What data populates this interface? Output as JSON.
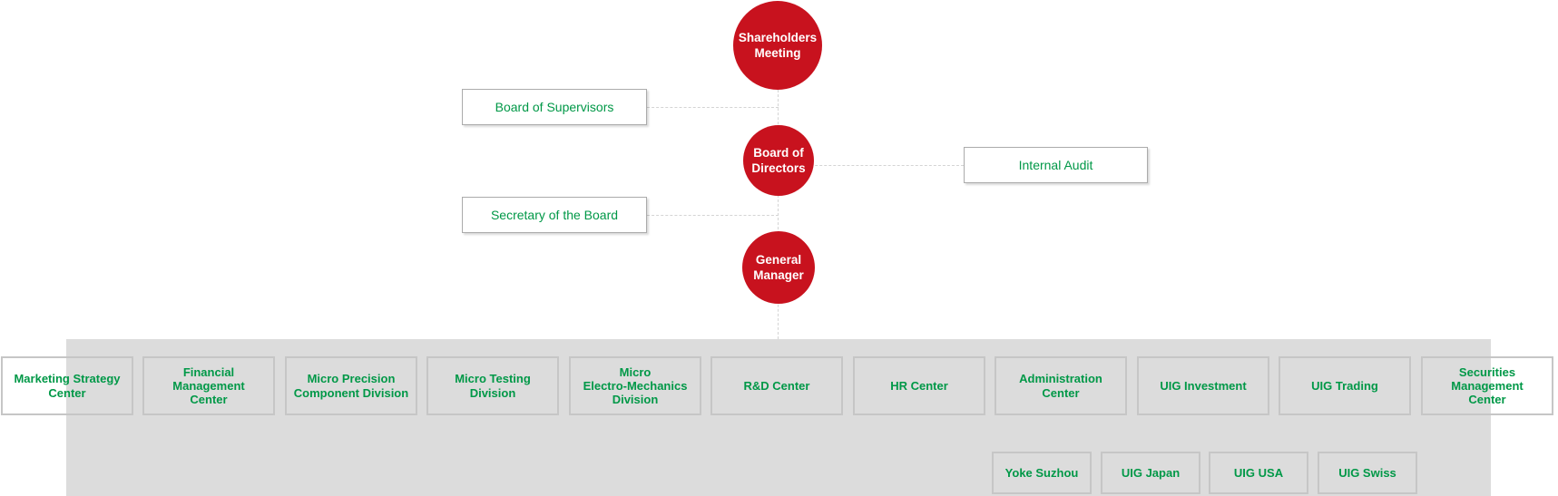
{
  "colors": {
    "node_red": "#c8121e",
    "text_green": "#009847",
    "band_gray": "#dcdcdc",
    "band_box_border": "#c6c6c6",
    "side_box_border": "#ababab",
    "connector_gray": "#d4d4d4"
  },
  "hierarchy": {
    "top_nodes": [
      {
        "label": "Shareholders\nMeeting"
      },
      {
        "label": "Board of\nDirectors"
      },
      {
        "label": "General\nManager"
      }
    ],
    "side_boxes": [
      {
        "label": "Board of Supervisors"
      },
      {
        "label": "Internal Audit"
      },
      {
        "label": "Secretary of the Board"
      }
    ]
  },
  "departments": {
    "row1": [
      {
        "label": "Marketing Strategy\nCenter"
      },
      {
        "label": "Financial\nManagement\nCenter"
      },
      {
        "label": "Micro Precision\nComponent Division"
      },
      {
        "label": "Micro Testing\nDivision"
      },
      {
        "label": "Micro\nElectro-Mechanics\nDivision"
      },
      {
        "label": "R&D Center"
      },
      {
        "label": "HR Center"
      },
      {
        "label": "Administration\nCenter"
      },
      {
        "label": "UIG Investment"
      },
      {
        "label": "UIG Trading"
      },
      {
        "label": "Securities\nManagement\nCenter"
      }
    ],
    "row2": [
      {
        "label": "Yoke Suzhou"
      },
      {
        "label": "UIG Japan"
      },
      {
        "label": "UIG USA"
      },
      {
        "label": "UIG Swiss"
      }
    ]
  }
}
